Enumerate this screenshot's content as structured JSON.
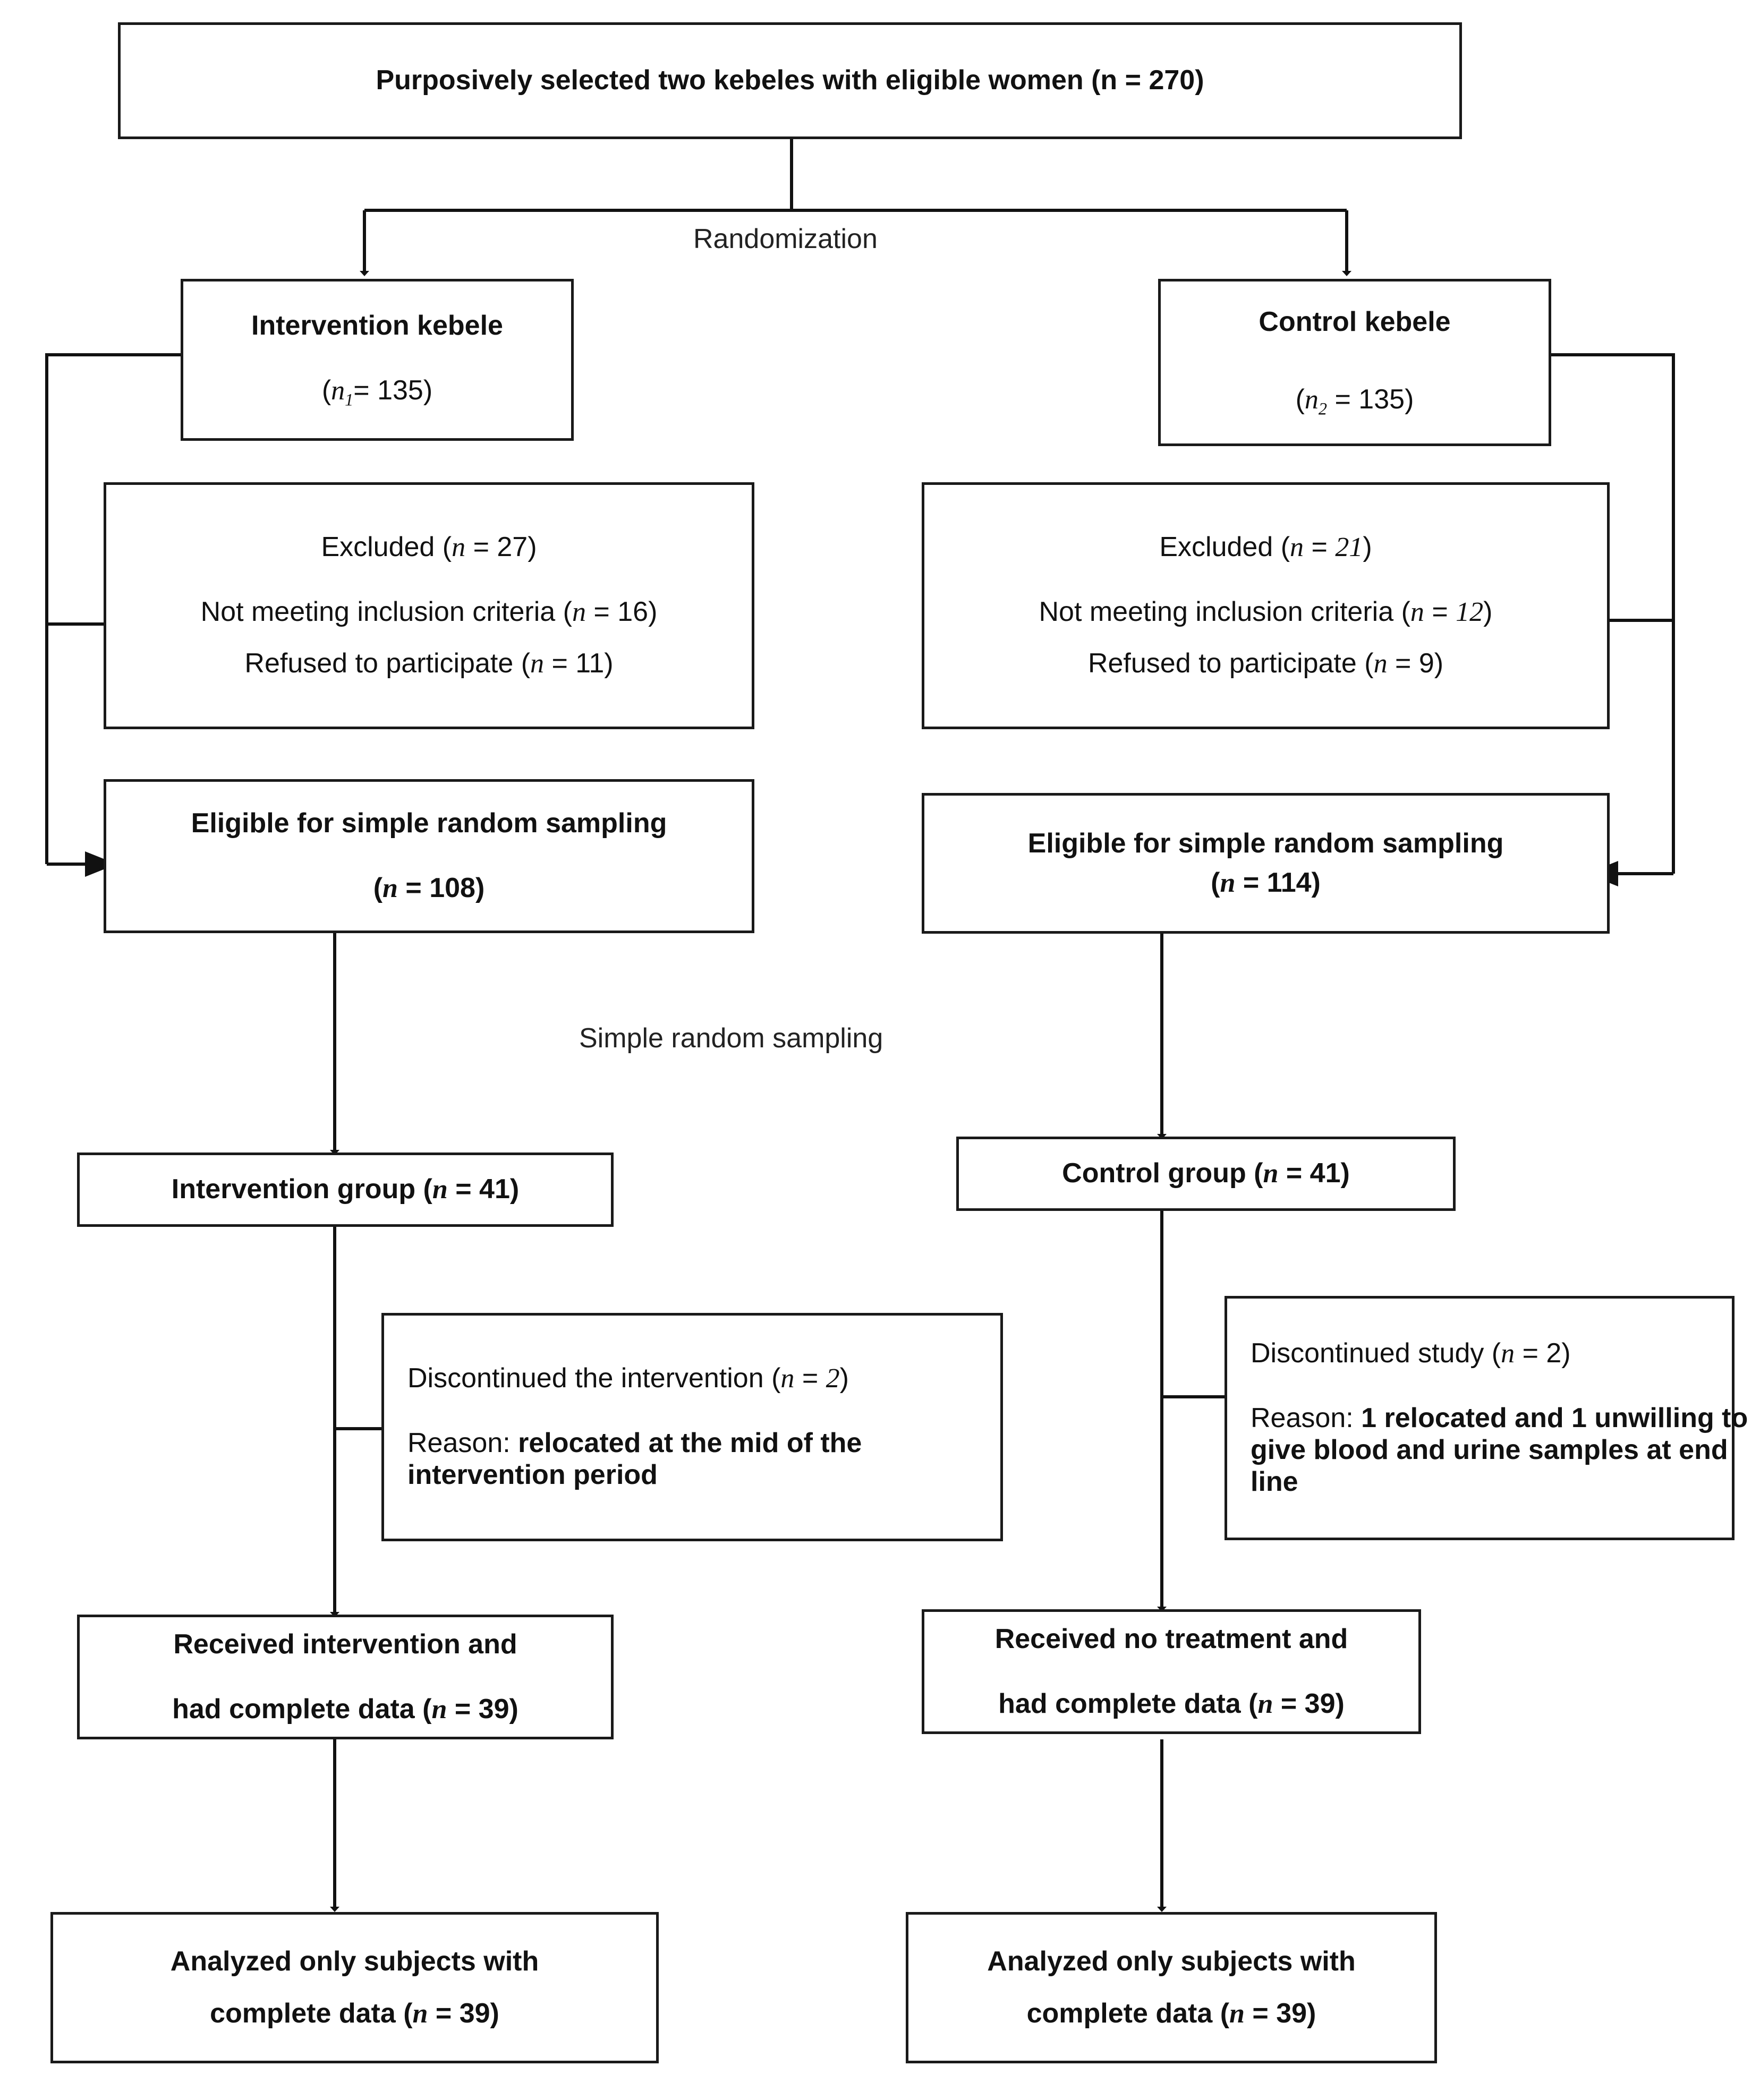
{
  "diagram": {
    "title": "CONSORT participant flow diagram",
    "labels": {
      "randomization": "Randomization",
      "simple_random_sampling": "Simple random sampling"
    },
    "top": {
      "text": "Purposively selected two kebeles with eligible women (n = 270)",
      "n": "270"
    },
    "intervention_arm": {
      "kebele_title": "Intervention kebele",
      "kebele_n": "(n1 = 135)",
      "excluded_title": "Excluded (n = 27)",
      "excluded_reason_1": "Not meeting inclusion criteria (n = 16)",
      "excluded_reason_2": "Refused to participate (n = 11)",
      "eligible_title": "Eligible for simple random sampling",
      "eligible_n": "(n = 108)",
      "group_title": "Intervention group (n  = 41)",
      "discontinued_title": "Discontinued the intervention  (n = 2)",
      "discontinued_reason_label": "Reason:",
      "discontinued_reason_text": "relocated at the mid of the intervention period",
      "received_line_1": "Received intervention and",
      "received_line_2": "had complete data (n = 39)",
      "analyzed_line_1": "Analyzed only subjects with",
      "analyzed_line_2": "complete data (n = 39)"
    },
    "control_arm": {
      "kebele_title": "Control kebele",
      "kebele_n": "(n2 = 135)",
      "excluded_title": "Excluded (n = 21)",
      "excluded_reason_1": "Not meeting inclusion criteria (n = 12)",
      "excluded_reason_2": "Refused to participate (n = 9)",
      "eligible_title": "Eligible for simple random sampling",
      "eligible_n": "(n = 114)",
      "group_title": "Control group (n = 41)",
      "discontinued_title": "Discontinued study (n = 2)",
      "discontinued_reason_label": "Reason:",
      "discontinued_reason_text": "1 relocated and 1 unwilling to give blood and urine samples at end line",
      "received_line_1": "Received no treatment and",
      "received_line_2": "had complete data (n = 39)",
      "analyzed_line_1": "Analyzed only subjects with",
      "analyzed_line_2": "complete data (n = 39)"
    },
    "counts": {
      "total_screened": 270,
      "intervention_kebele": 135,
      "control_kebele": 135,
      "intervention_excluded": 27,
      "intervention_not_meeting_criteria": 16,
      "intervention_refused": 11,
      "control_excluded": 21,
      "control_not_meeting_criteria": 12,
      "control_refused": 9,
      "intervention_eligible": 108,
      "control_eligible": 114,
      "intervention_group": 41,
      "control_group": 41,
      "intervention_discontinued": 2,
      "control_discontinued": 2,
      "intervention_completed": 39,
      "control_completed": 39,
      "intervention_analyzed": 39,
      "control_analyzed": 39
    },
    "colors": {
      "border": "#1a1a1a",
      "text": "#111111",
      "background": "#ffffff"
    }
  }
}
